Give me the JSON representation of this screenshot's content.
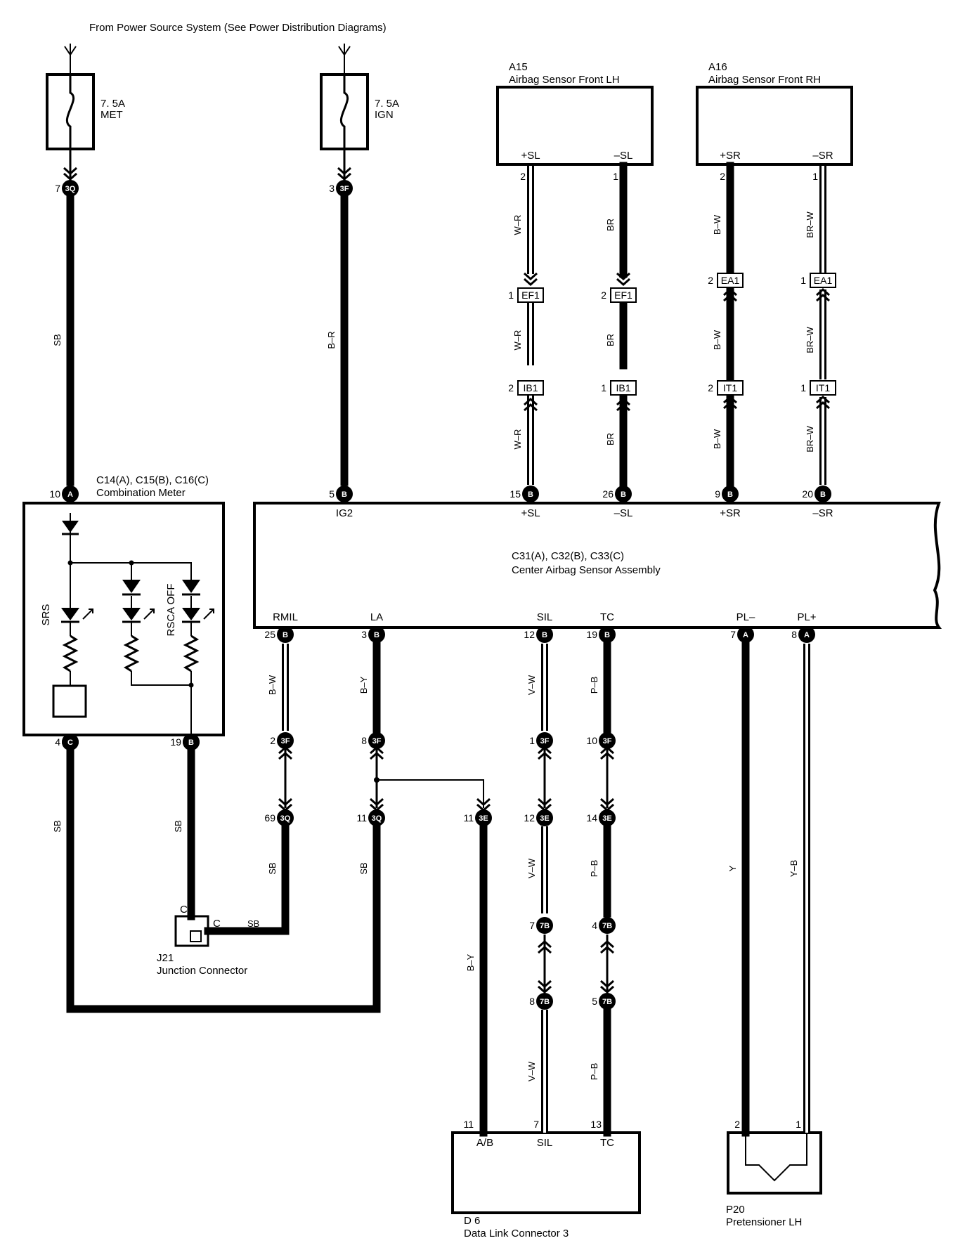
{
  "header": {
    "source_note": "From Power Source System (See Power Distribution Diagrams)"
  },
  "fuses": [
    {
      "rating": "7. 5A",
      "name": "MET"
    },
    {
      "rating": "7. 5A",
      "name": "IGN"
    }
  ],
  "components": {
    "a15": {
      "code": "A15",
      "name": "Airbag Sensor Front LH",
      "pins": [
        "+SL",
        "–SL"
      ]
    },
    "a16": {
      "code": "A16",
      "name": "Airbag Sensor Front RH",
      "pins": [
        "+SR",
        "–SR"
      ]
    },
    "meter": {
      "code": "C14(A), C15(B), C16(C)",
      "name": "Combination Meter",
      "labels": [
        "SRS",
        "RSCA OFF"
      ]
    },
    "center": {
      "code": "C31(A), C32(B), C33(C)",
      "name": "Center Airbag Sensor Assembly",
      "top_pins": [
        "IG2",
        "+SL",
        "–SL",
        "+SR",
        "–SR"
      ],
      "bottom_pins": [
        "RMIL",
        "LA",
        "SIL",
        "TC",
        "PL–",
        "PL+"
      ]
    },
    "j21": {
      "code": "J21",
      "name": "Junction Connector",
      "pins": [
        "C",
        "C"
      ]
    },
    "d6": {
      "code": "D 6",
      "name": "Data Link Connector 3",
      "pins": [
        "A/B",
        "SIL",
        "TC"
      ]
    },
    "p20": {
      "code": "P20",
      "name": "Pretensioner LH"
    }
  },
  "connectors": [
    "3Q",
    "3F",
    "EF1",
    "EA1",
    "IB1",
    "IT1",
    "3E",
    "7B"
  ],
  "terminals": [
    "A",
    "B",
    "C"
  ],
  "pin_numbers": [
    "1",
    "2",
    "3",
    "4",
    "5",
    "7",
    "8",
    "9",
    "10",
    "11",
    "12",
    "13",
    "14",
    "15",
    "19",
    "20",
    "25",
    "26",
    "69"
  ],
  "wire_colors": [
    "SB",
    "B–R",
    "W–R",
    "BR",
    "B–W",
    "BR–W",
    "B–Y",
    "V–W",
    "P–B",
    "Y",
    "Y–B"
  ]
}
